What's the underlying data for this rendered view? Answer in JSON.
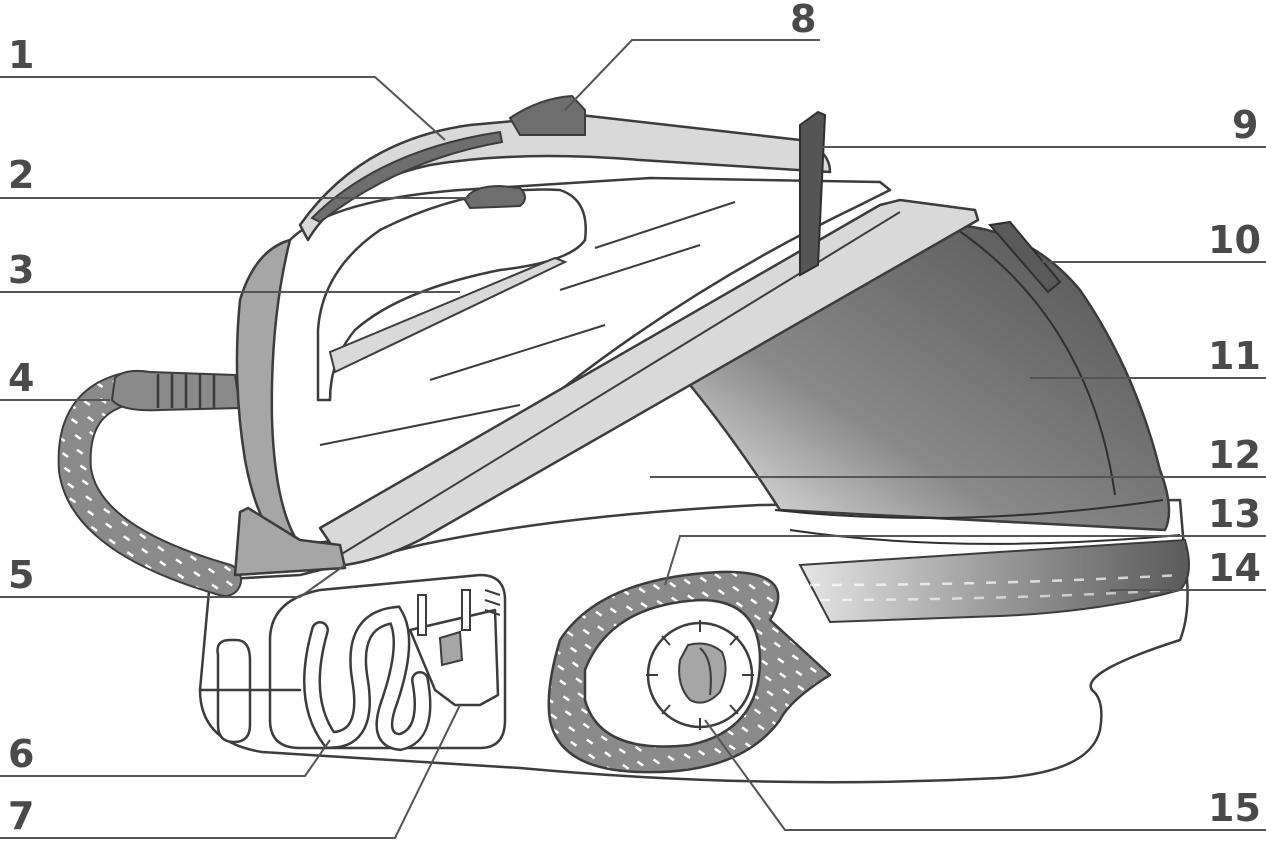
{
  "callouts": [
    {
      "id": 1,
      "label": "1"
    },
    {
      "id": 2,
      "label": "2"
    },
    {
      "id": 3,
      "label": "3"
    },
    {
      "id": 4,
      "label": "4"
    },
    {
      "id": 5,
      "label": "5"
    },
    {
      "id": 6,
      "label": "6"
    },
    {
      "id": 7,
      "label": "7"
    },
    {
      "id": 8,
      "label": "8"
    },
    {
      "id": 9,
      "label": "9"
    },
    {
      "id": 10,
      "label": "10"
    },
    {
      "id": 11,
      "label": "11"
    },
    {
      "id": 12,
      "label": "12"
    },
    {
      "id": 13,
      "label": "13"
    },
    {
      "id": 14,
      "label": "14"
    },
    {
      "id": 15,
      "label": "15"
    }
  ],
  "colors": {
    "outline": "#3c3c3c",
    "light_gray": "#d9d9d9",
    "mid_gray": "#a6a6a6",
    "dark_gray": "#6e6e6e",
    "tank_dark": "#505050",
    "hose_dash": "#ffffff"
  }
}
